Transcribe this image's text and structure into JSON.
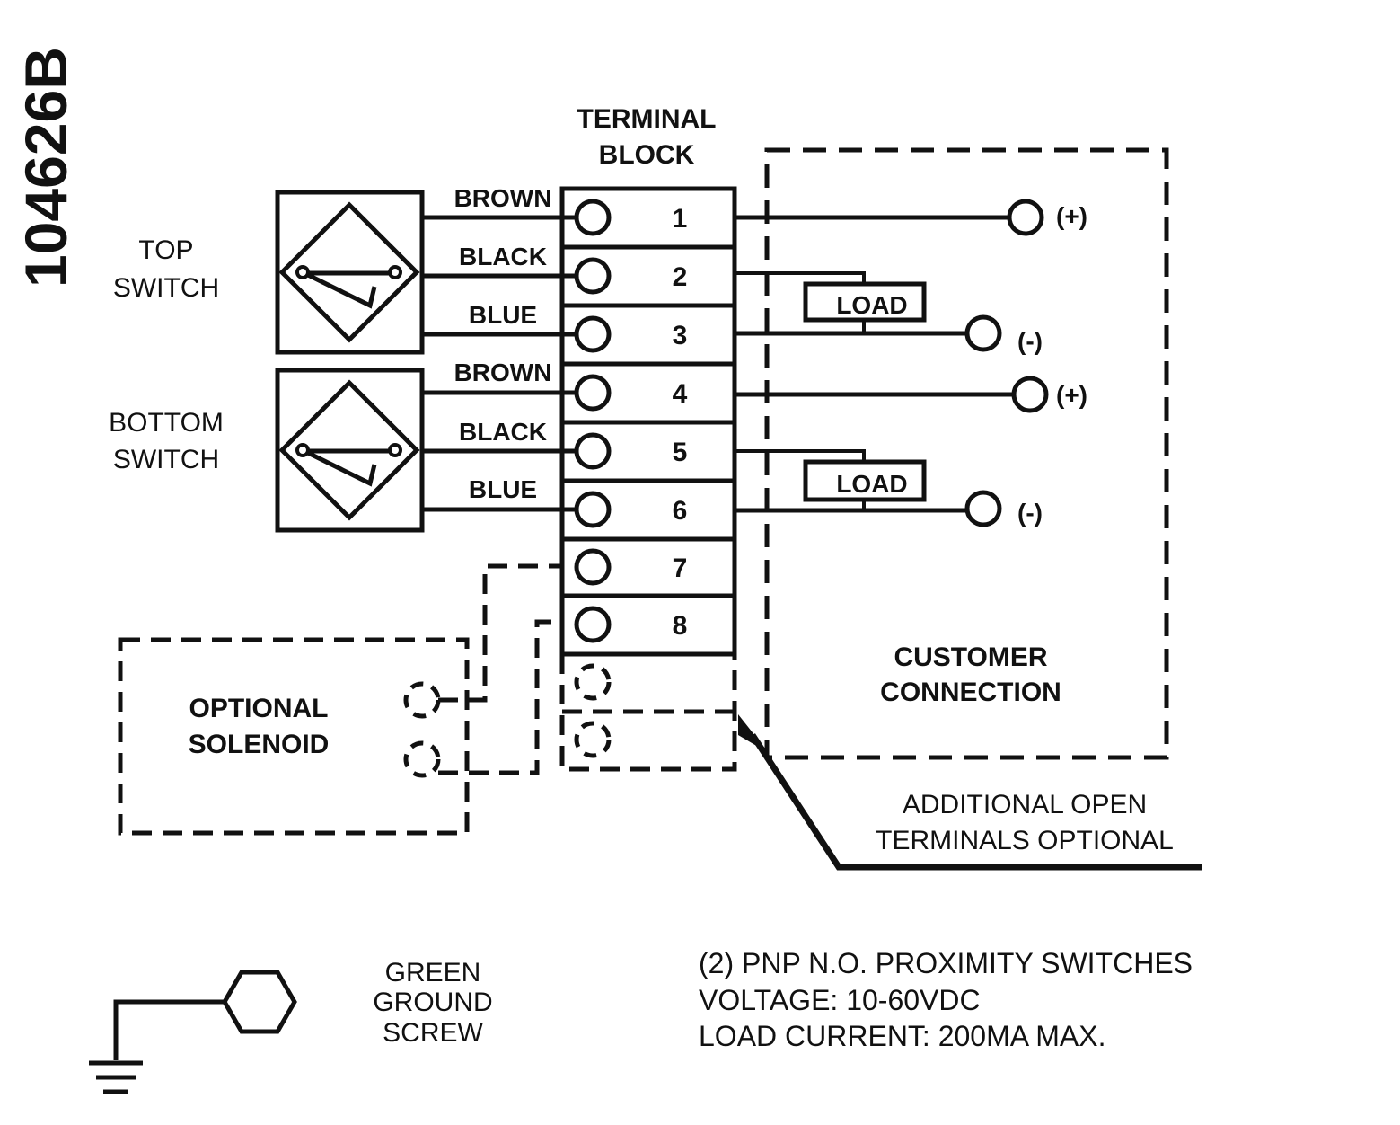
{
  "drawing_number": "104626B",
  "terminal_block": {
    "title_line1": "TERMINAL",
    "title_line2": "BLOCK"
  },
  "terminals": [
    "1",
    "2",
    "3",
    "4",
    "5",
    "6",
    "7",
    "8"
  ],
  "top_switch": {
    "label_line1": "TOP",
    "label_line2": "SWITCH",
    "wires": [
      "BROWN",
      "BLACK",
      "BLUE"
    ]
  },
  "bottom_switch": {
    "label_line1": "BOTTOM",
    "label_line2": "SWITCH",
    "wires": [
      "BROWN",
      "BLACK",
      "BLUE"
    ]
  },
  "customer": {
    "label_line1": "CUSTOMER",
    "label_line2": "CONNECTION",
    "load_label": "LOAD",
    "plus": "(+)",
    "minus": "(-)"
  },
  "solenoid": {
    "label_line1": "OPTIONAL",
    "label_line2": "SOLENOID"
  },
  "additional_terminals": {
    "line1": "ADDITIONAL OPEN",
    "line2": "TERMINALS OPTIONAL"
  },
  "ground": {
    "line1": "GREEN",
    "line2": "GROUND",
    "line3": "SCREW"
  },
  "specs": {
    "line1": "(2) PNP N.O. PROXIMITY SWITCHES",
    "line2": "VOLTAGE: 10-60VDC",
    "line3": "LOAD CURRENT: 200MA MAX."
  }
}
